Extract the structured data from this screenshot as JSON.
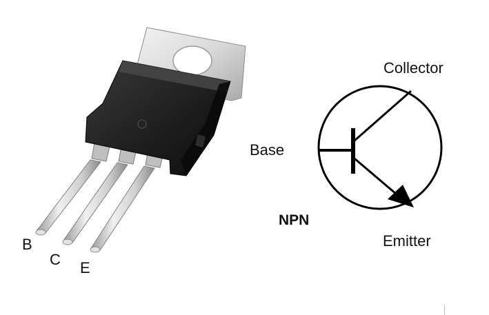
{
  "package": {
    "pins": [
      {
        "id": "b",
        "label": "B"
      },
      {
        "id": "c",
        "label": "C"
      },
      {
        "id": "e",
        "label": "E"
      }
    ]
  },
  "symbol": {
    "collector_label": "Collector",
    "base_label": "Base",
    "emitter_label": "Emitter",
    "type_label": "NPN"
  }
}
